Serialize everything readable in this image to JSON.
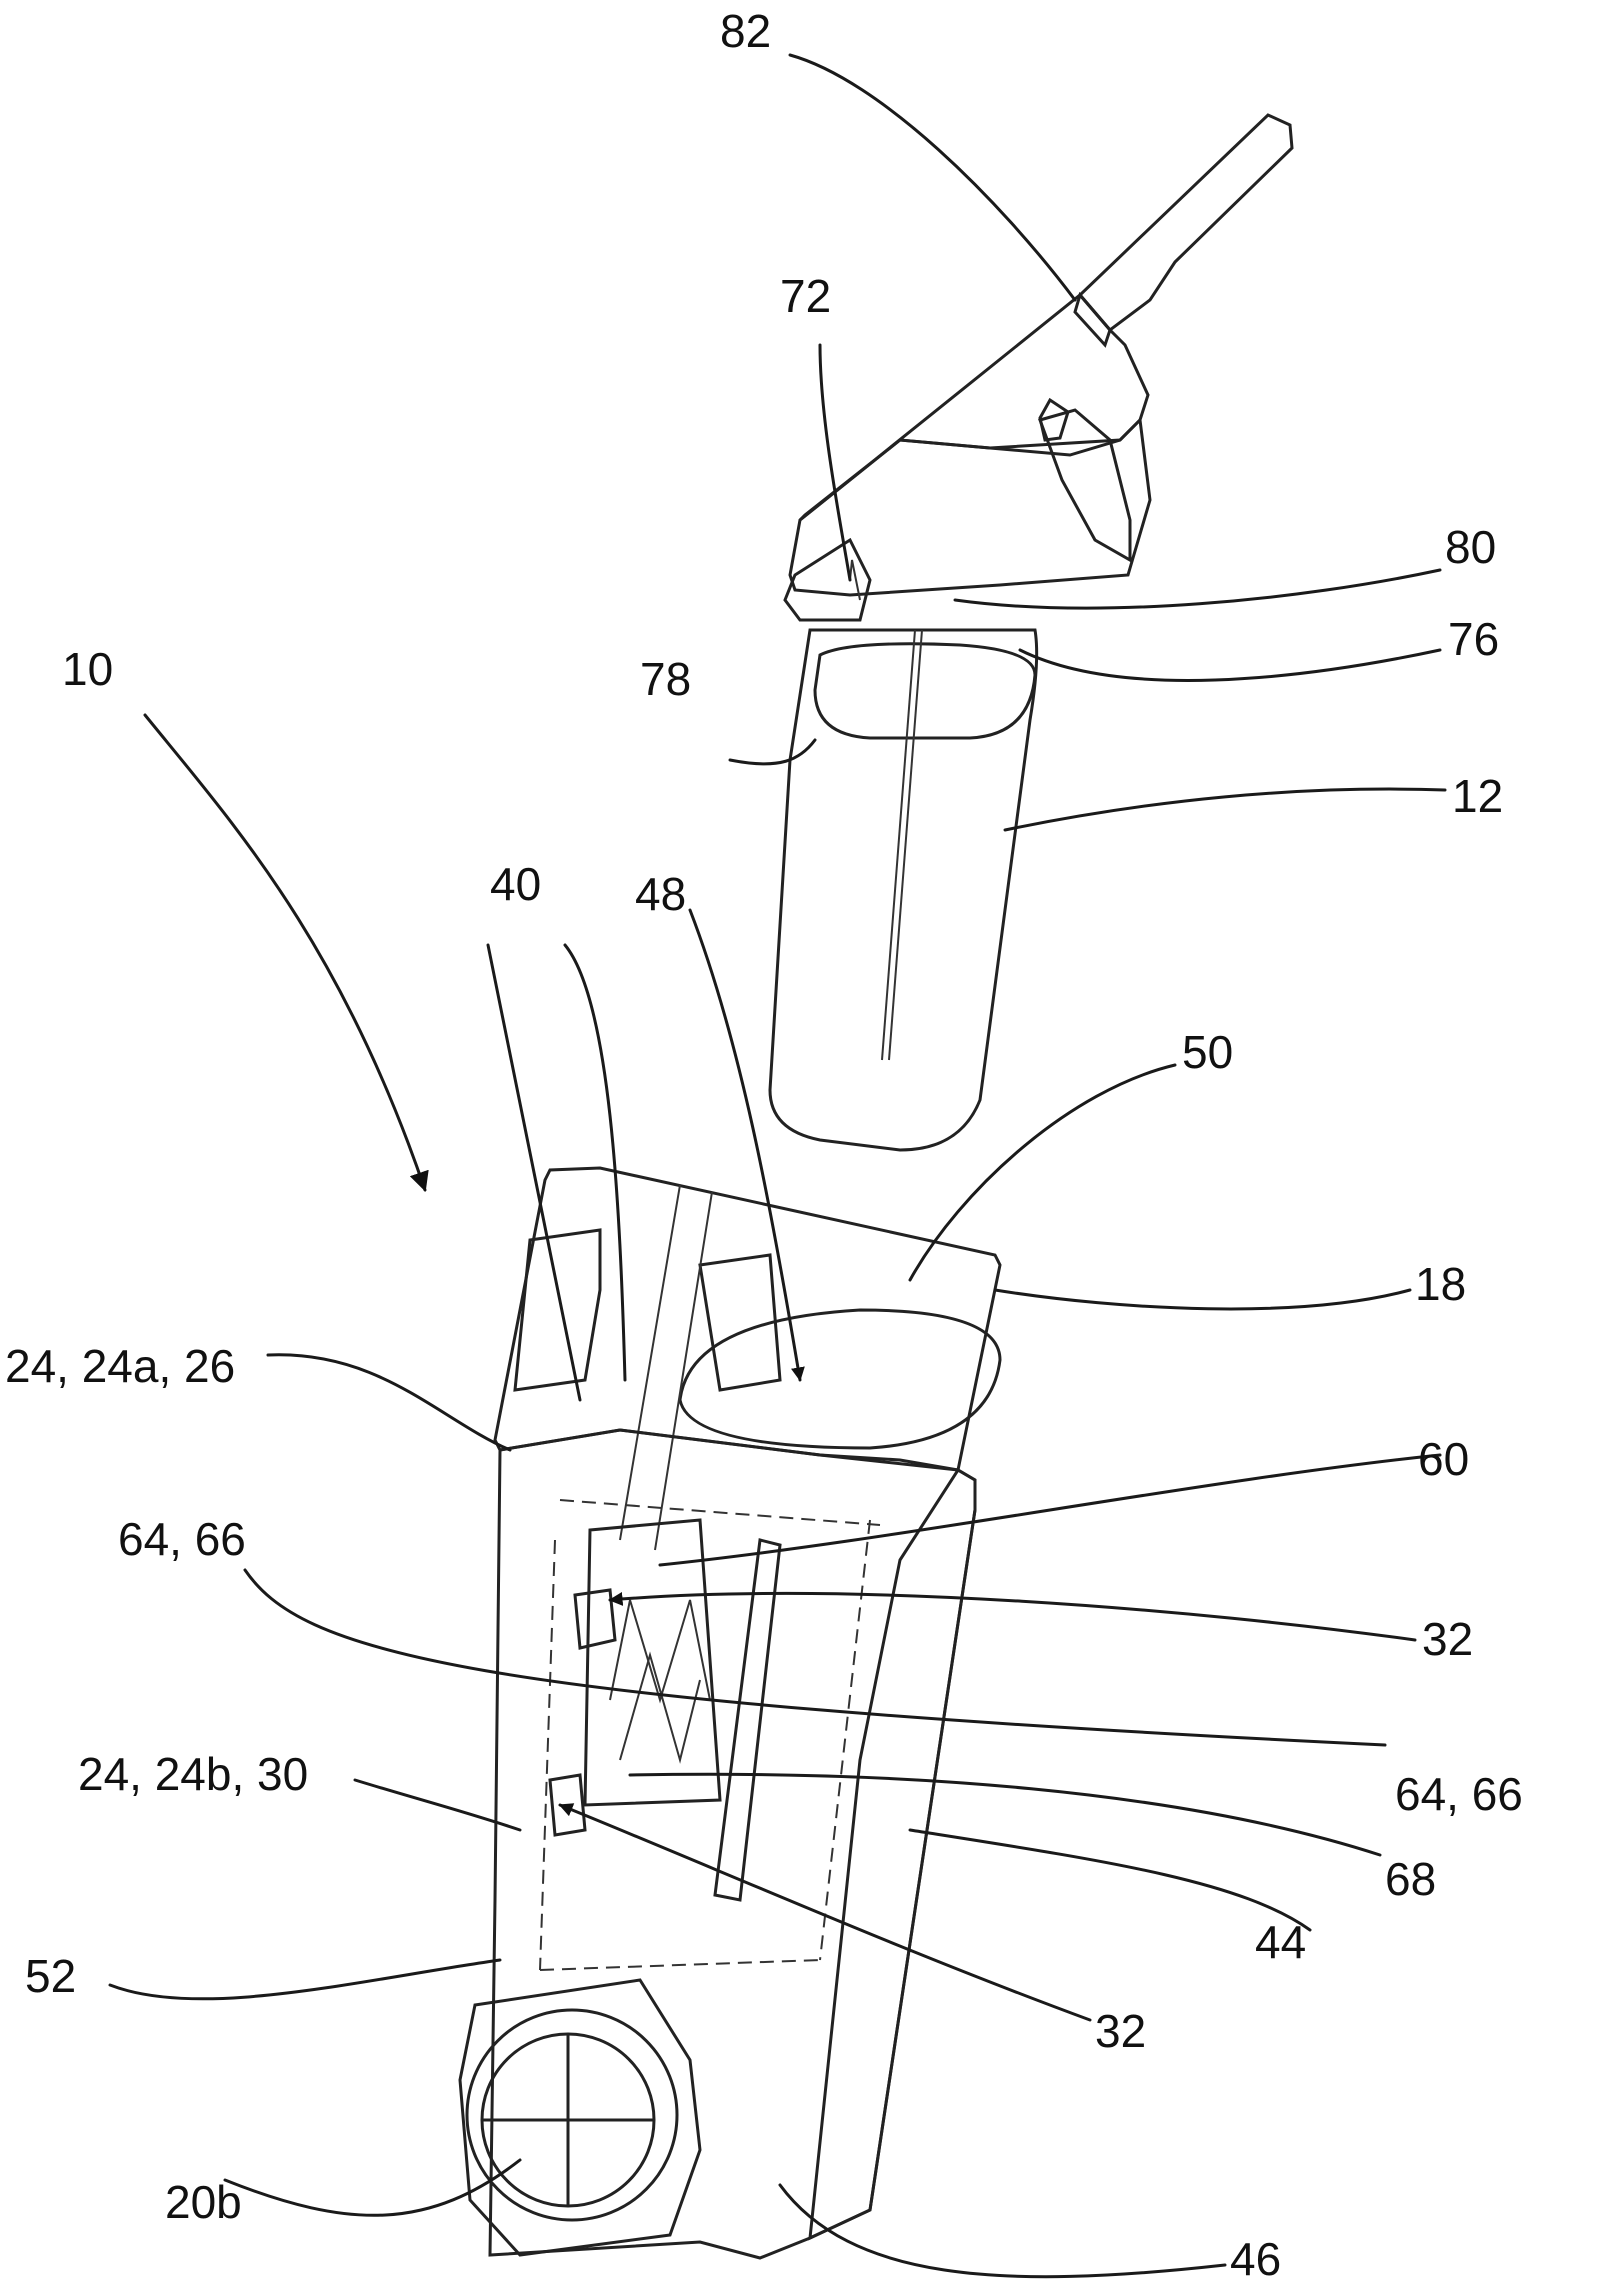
{
  "labels": {
    "l82": "82",
    "l72": "72",
    "l80": "80",
    "l76": "76",
    "l78": "78",
    "l10": "10",
    "l12": "12",
    "l40": "40",
    "l48": "48",
    "l50": "50",
    "l18": "18",
    "l24a": "24, 24a, 26",
    "l60": "60",
    "l64a": "64, 66",
    "l32a": "32",
    "l64b": "64, 66",
    "l24b": "24, 24b, 30",
    "l68": "68",
    "l44": "44",
    "l52": "52",
    "l32b": "32",
    "l20b": "20b",
    "l46": "46"
  }
}
